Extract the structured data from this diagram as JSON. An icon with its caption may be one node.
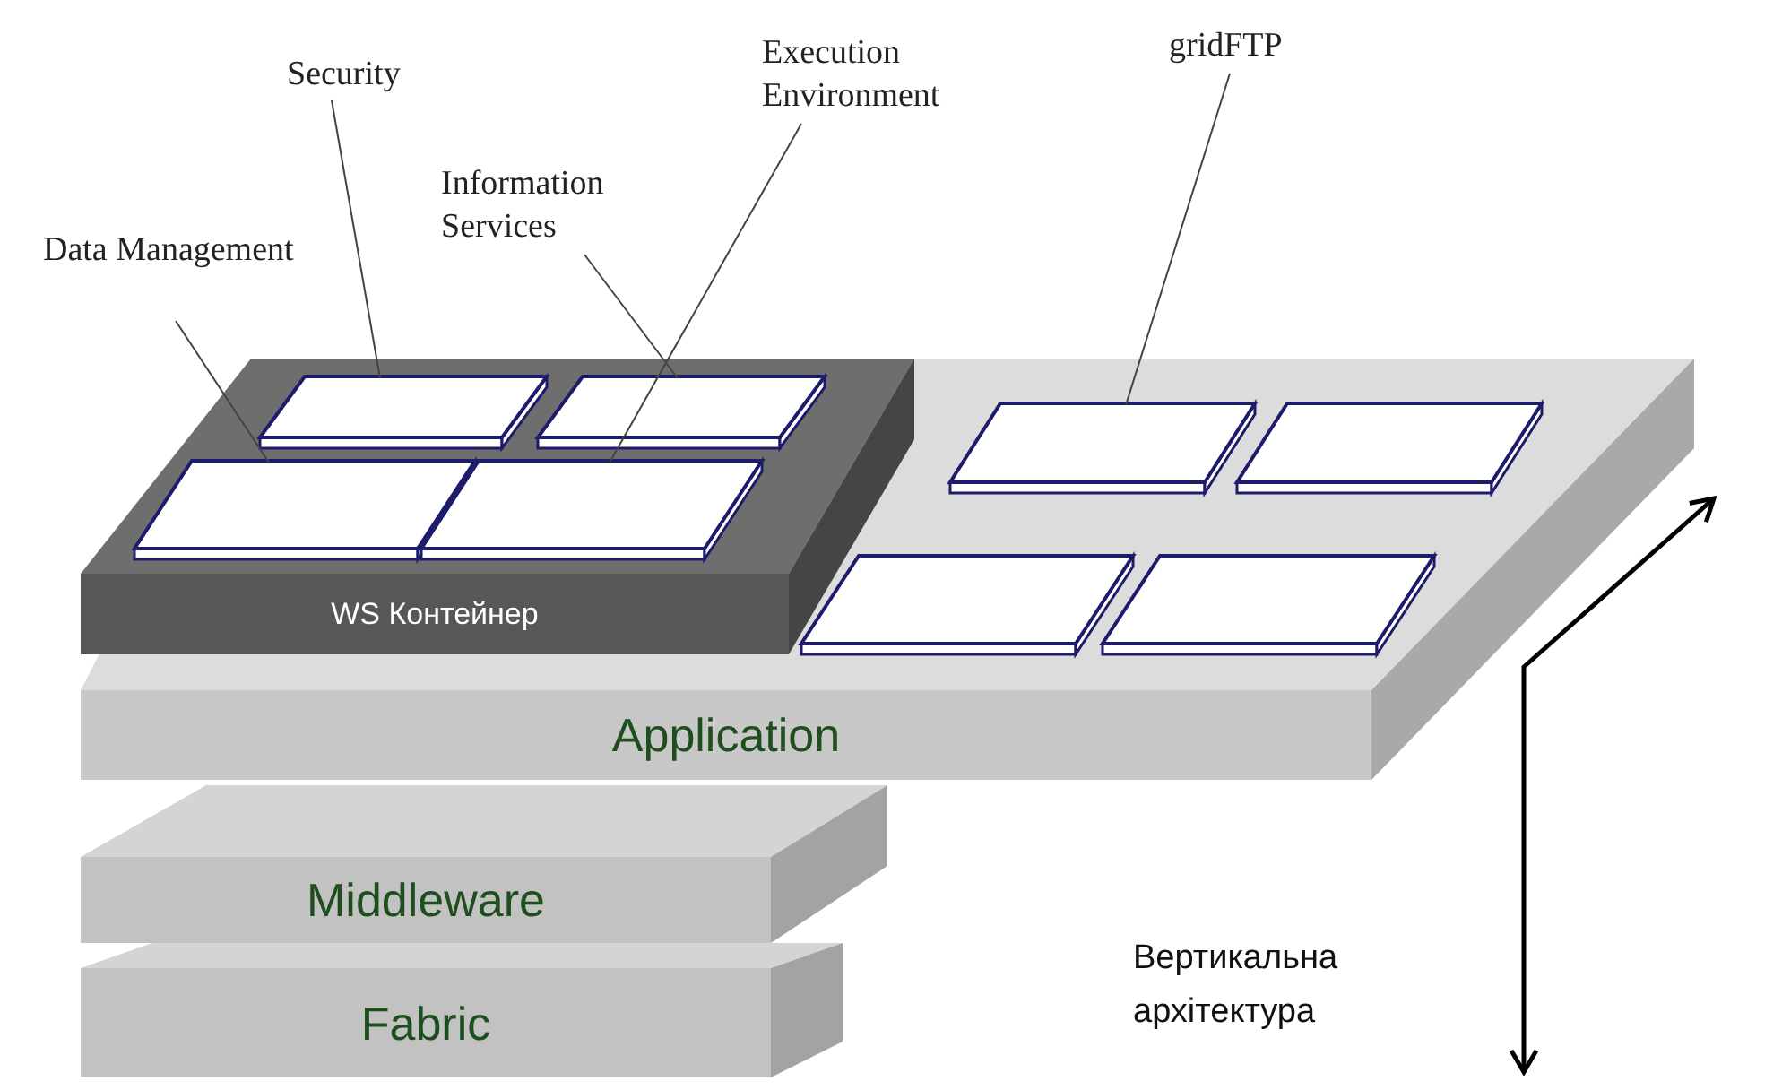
{
  "diagram": {
    "nodes": [
      {
        "text": [
          "Application"
        ]
      },
      {
        "text": [
          "WS Контейнер"
        ],
        "in": 0
      },
      {
        "text": [],
        "shape": "box",
        "in": 1
      },
      {
        "text": [],
        "shape": "box",
        "in": 1
      },
      {
        "text": [],
        "shape": "box",
        "in": 1
      },
      {
        "text": [],
        "shape": "box",
        "in": 1
      },
      {
        "text": [],
        "shape": "box",
        "in": 0
      },
      {
        "text": [],
        "shape": "box",
        "in": 0
      },
      {
        "text": [],
        "shape": "box",
        "in": 0
      },
      {
        "text": [],
        "shape": "box",
        "in": 0
      },
      {
        "text": [
          "Middleware"
        ]
      },
      {
        "text": [
          "Fabric"
        ]
      },
      {
        "text": [
          "Security"
        ]
      },
      {
        "text": [
          "Execution Environment"
        ]
      },
      {
        "text": [
          "gridFTP"
        ]
      },
      {
        "text": [
          "Information Services"
        ]
      },
      {
        "text": [
          "Data Management"
        ]
      }
    ],
    "edges": [
      {
        "from": 12,
        "to": 2,
        "arrow": "none"
      },
      {
        "from": 13,
        "to": 5,
        "arrow": "none"
      },
      {
        "from": 14,
        "to": 6,
        "arrow": "none"
      },
      {
        "from": 15,
        "to": 3,
        "arrow": "none"
      },
      {
        "from": 16,
        "to": 4,
        "arrow": "none"
      }
    ],
    "labels": [
      "Вертикальна архітектура"
    ]
  }
}
